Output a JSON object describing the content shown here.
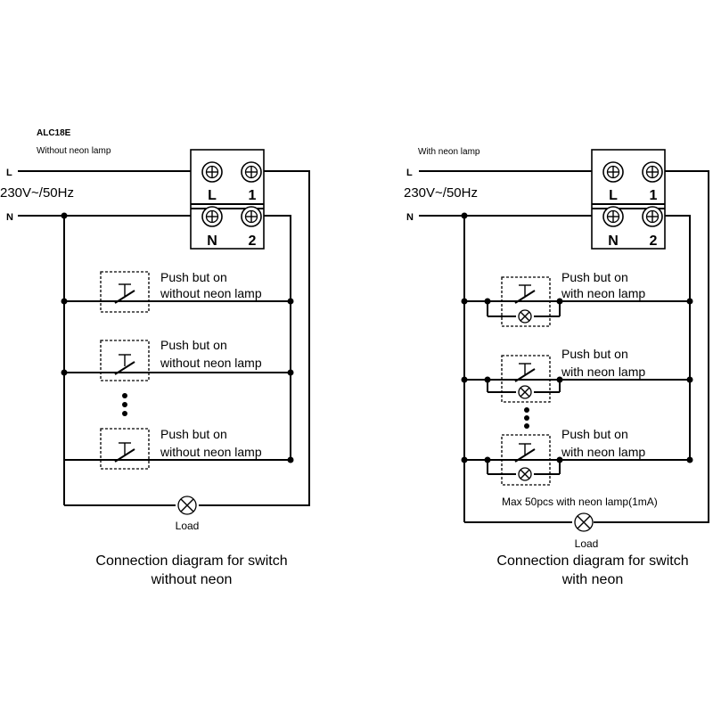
{
  "left": {
    "model": "ALC18E",
    "subtitle": "Without neon lamp",
    "line_label": "L",
    "neutral_label": "N",
    "voltage": "230V~/50Hz",
    "terminals": {
      "L": "L",
      "T1": "1",
      "N": "N",
      "T2": "2"
    },
    "buttons": [
      {
        "line1": "Push but on",
        "line2": "without neon lamp"
      },
      {
        "line1": "Push but on",
        "line2": "without neon lamp"
      },
      {
        "line1": "Push but on",
        "line2": "without neon lamp"
      }
    ],
    "load_label": "Load",
    "caption_line1": "Connection diagram for switch",
    "caption_line2": "without neon"
  },
  "right": {
    "subtitle": "With neon lamp",
    "line_label": "L",
    "neutral_label": "N",
    "voltage": "230V~/50Hz",
    "terminals": {
      "L": "L",
      "T1": "1",
      "N": "N",
      "T2": "2"
    },
    "buttons": [
      {
        "line1": "Push but on",
        "line2": "with neon lamp"
      },
      {
        "line1": "Push but on",
        "line2": "with neon lamp"
      },
      {
        "line1": "Push but on",
        "line2": "with neon lamp"
      }
    ],
    "max_note": "Max 50pcs with neon lamp(1mA)",
    "load_label": "Load",
    "caption_line1": "Connection diagram for switch",
    "caption_line2": "with neon"
  }
}
